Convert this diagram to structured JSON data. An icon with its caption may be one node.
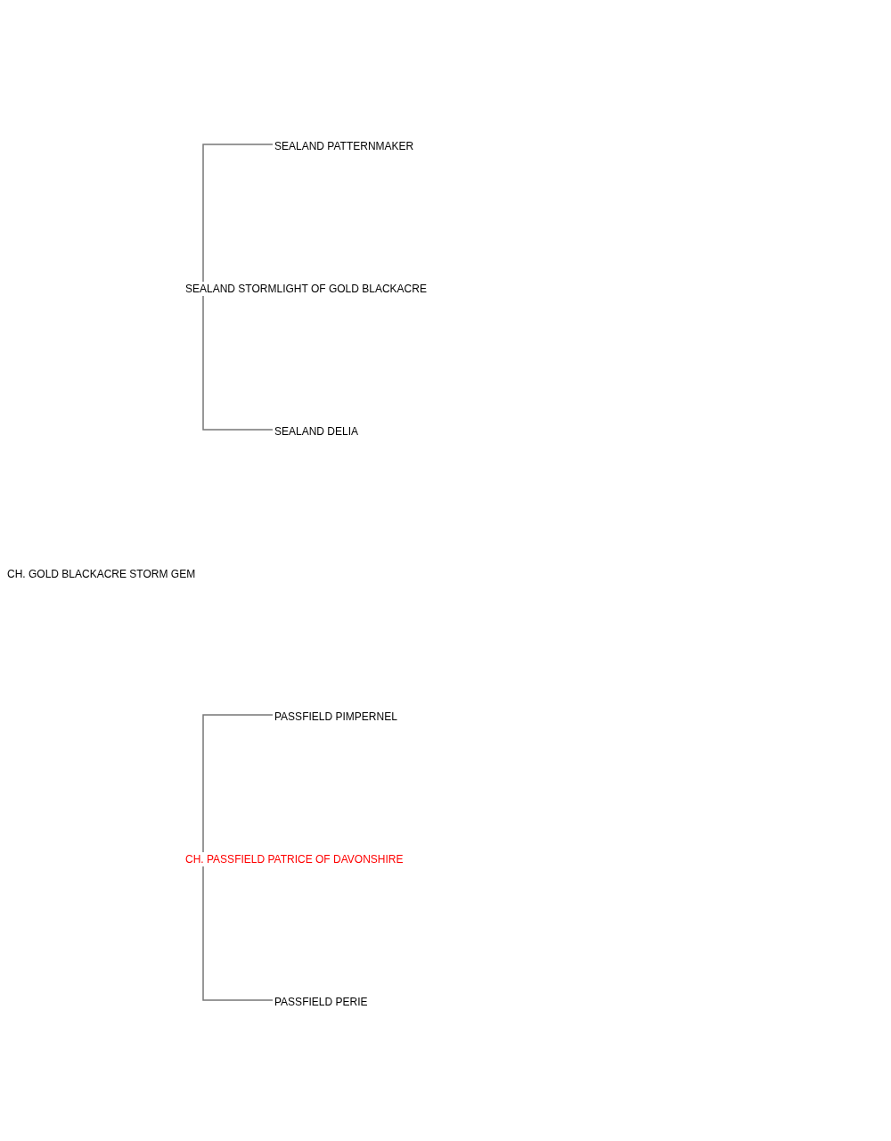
{
  "diagram": {
    "nodes": [
      {
        "text": [
          "SEALAND PATTERNMAKER"
        ]
      },
      {
        "text": [
          "SEALAND STORMLIGHT OF GOLD BLACKACRE"
        ]
      },
      {
        "text": [
          "SEALAND DELIA"
        ]
      },
      {
        "text": [
          "CH. GOLD BLACKACRE STORM GEM"
        ]
      },
      {
        "text": [
          "PASSFIELD PIMPERNEL"
        ]
      },
      {
        "text": [
          "CH. PASSFIELD PATRICE OF DAVONSHIRE"
        ]
      },
      {
        "text": [
          "PASSFIELD PERIE"
        ]
      }
    ],
    "edges": [
      {
        "from": 1,
        "to": 0,
        "arrow": "none"
      },
      {
        "from": 1,
        "to": 2,
        "arrow": "none"
      },
      {
        "from": 5,
        "to": 4,
        "arrow": "none"
      },
      {
        "from": 5,
        "to": 6,
        "arrow": "none"
      }
    ]
  }
}
